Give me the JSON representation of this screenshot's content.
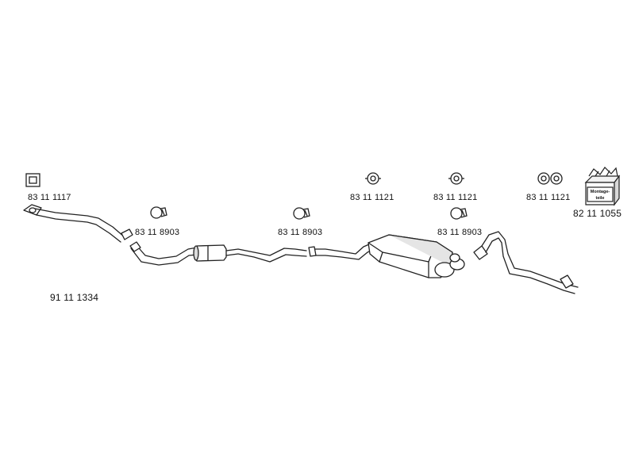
{
  "parts": {
    "gasket": "83 11 1117",
    "clamp_1": "83 11 8903",
    "clamp_2": "83 11 8903",
    "clamp_3": "83 11 8903",
    "rubber_mount_1": "83 11 1121",
    "rubber_mount_2": "83 11 1121",
    "rubber_mount_3": "83 11 1121",
    "mounting_kit": "82 11 1055",
    "assembly": "91 11 1334"
  },
  "mounting_kit_box": {
    "label_line1": "Montage-",
    "label_line2": "teile"
  },
  "colors": {
    "line": "#222222",
    "fill": "#ffffff",
    "shade": "#d9d9d9"
  },
  "icons": [
    "gasket-icon",
    "clamp-icon",
    "rubber-mount-icon",
    "mounting-kit-icon"
  ]
}
